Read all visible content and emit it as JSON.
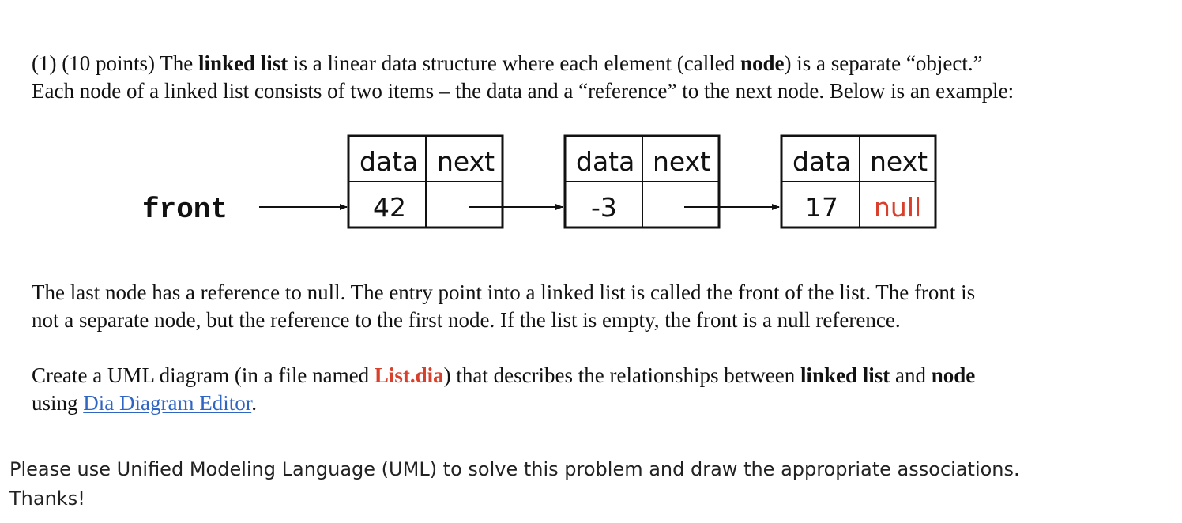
{
  "problem": {
    "p1": {
      "t1": "(1)  (10 points)  The ",
      "b1": "linked list",
      "t2": " is a linear data structure where each element (called ",
      "b2": "node",
      "t3": ") is a separate “object.”",
      "line2": "Each node of a linked list consists of two items – the data and a “reference” to the next node.  Below is an example:"
    },
    "p2": {
      "line1": "The last node has a reference to null.  The entry point into a linked list is called the front of the list.  The front is",
      "line2": "not a separate node, but the reference to the first node.  If the list is empty, the front is a null reference."
    },
    "p3": {
      "t1": "Create a UML diagram (in a file named ",
      "file": "List.dia",
      "t2": ") that describes the relationships between ",
      "b1": "linked list",
      "t3": " and ",
      "b2": "node",
      "t4": "using ",
      "link": "Dia Diagram Editor",
      "t5": "."
    }
  },
  "diagram": {
    "front_label": "front",
    "nodes": [
      {
        "data_header": "data",
        "next_header": "next",
        "data_value": "42",
        "next_value": ""
      },
      {
        "data_header": "data",
        "next_header": "next",
        "data_value": "-3",
        "next_value": ""
      },
      {
        "data_header": "data",
        "next_header": "next",
        "data_value": "17",
        "next_value": "null"
      }
    ],
    "colors": {
      "null_text": "#d9402b",
      "stroke": "#111111"
    }
  },
  "note": {
    "line1": "Please use Unified Modeling Language (UML) to solve this problem and draw the appropriate associations.",
    "line2": "Thanks!"
  }
}
